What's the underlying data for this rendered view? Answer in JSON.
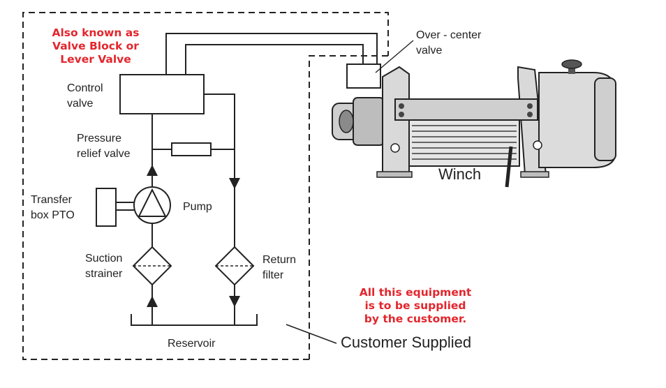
{
  "notes": {
    "valve_alias": "Also known as\nValve Block or\nLever Valve",
    "customer_equipment": "All this equipment\nis to be supplied\nby the customer."
  },
  "labels": {
    "control_valve": "Control\nvalve",
    "pressure_relief_valve": "Pressure\nrelief valve",
    "transfer_box_pto": "Transfer\nbox PTO",
    "pump": "Pump",
    "suction_strainer": "Suction\nstrainer",
    "return_filter": "Return\nfilter",
    "reservoir": "Reservoir",
    "over_center_valve": "Over - center\nvalve",
    "winch": "Winch",
    "customer_supplied": "Customer Supplied"
  },
  "colors": {
    "line": "#222222",
    "note_red": "#e3262d",
    "winch_fill": "#d9d9d9",
    "winch_dark": "#555555"
  }
}
